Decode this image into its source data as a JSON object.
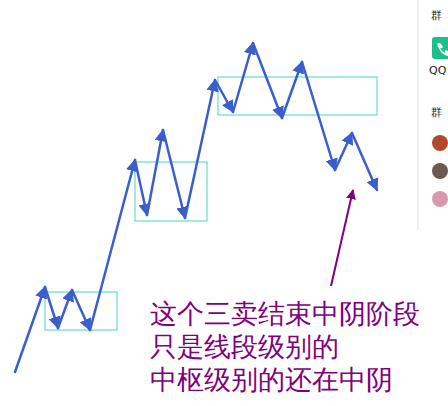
{
  "diagram": {
    "labels": [
      "这个三卖结束中阴阶段 只是线段级别的 中枢级别的还在中阴",
      "群",
      "QQ",
      "群"
    ]
  }
}
